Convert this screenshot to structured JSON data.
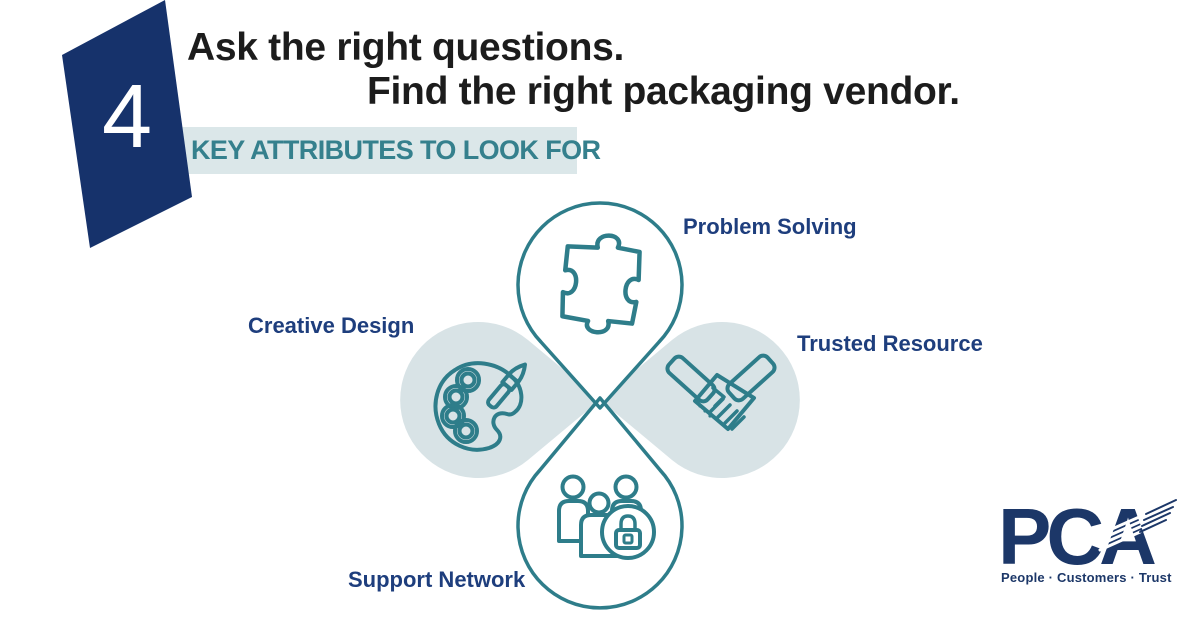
{
  "badge": {
    "number": "4"
  },
  "title": {
    "line1": "Ask the right questions.",
    "line2": "Find the right packaging vendor."
  },
  "subtitle": {
    "text": "KEY ATTRIBUTES TO LOOK FOR"
  },
  "diagram": {
    "items": [
      {
        "label": "Problem Solving",
        "icon": "puzzle-icon",
        "position": "top"
      },
      {
        "label": "Trusted Resource",
        "icon": "handshake-icon",
        "position": "right"
      },
      {
        "label": "Creative Design",
        "icon": "palette-icon",
        "position": "left"
      },
      {
        "label": "Support Network",
        "icon": "people-lock-icon",
        "position": "bottom"
      }
    ]
  },
  "logo": {
    "text": "PCA",
    "tagline": "People · Customers · Trust"
  },
  "colors": {
    "navy_badge": "#16326b",
    "teal_stroke": "#2e7d8a",
    "petal_fill": "#d8e3e6",
    "banner_bg": "#dbe7e9",
    "banner_text": "#35808d",
    "label_navy": "#1e3e7d",
    "logo_navy": "#1c3768",
    "title_text": "#1c1c1c"
  }
}
